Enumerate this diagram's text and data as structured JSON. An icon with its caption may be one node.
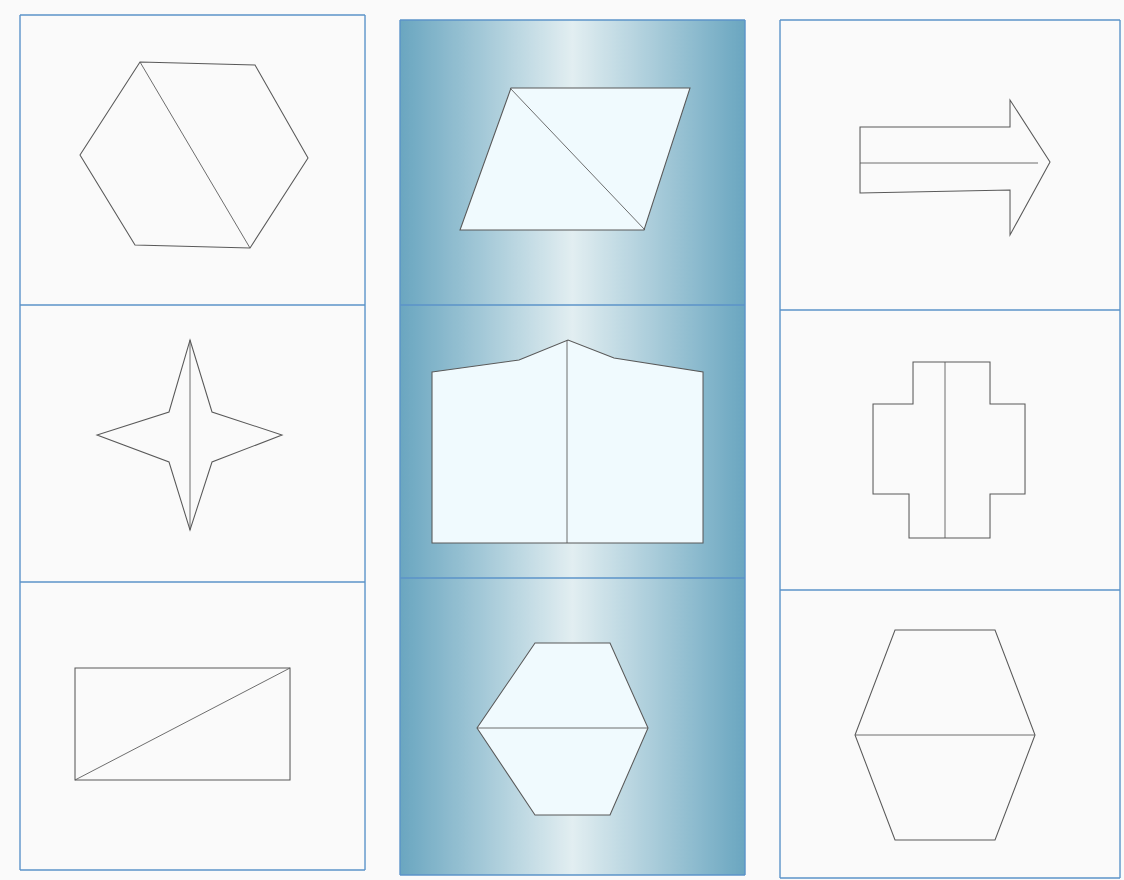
{
  "diagram": {
    "nodes": [
      {
        "text": [],
        "shape": "hexagon"
      },
      {
        "text": [],
        "shape": "parallelogram"
      },
      {
        "text": [],
        "shape": "arrow"
      },
      {
        "text": [],
        "shape": "star"
      },
      {
        "text": [],
        "shape": "pentagon"
      },
      {
        "text": [],
        "shape": "cross"
      },
      {
        "text": [],
        "shape": "rectangle"
      },
      {
        "text": [],
        "shape": "hexagon"
      },
      {
        "text": [],
        "shape": "hexagon"
      }
    ]
  }
}
